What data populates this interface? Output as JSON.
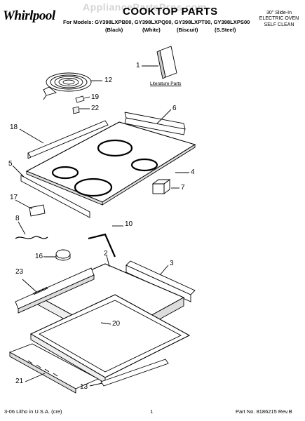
{
  "watermark": "AppliancePartsPros.com",
  "header": {
    "brand": "Whirlpool",
    "title": "COOKTOP PARTS",
    "models_prefix": "For Models:",
    "models": [
      "GY398LXPB00",
      "GY398LXPQ00",
      "GY398LXPT00",
      "GY398LXPS00"
    ],
    "colors": [
      "(Black)",
      "(White)",
      "(Biscuit)",
      "(S.Steel)"
    ],
    "oven_type": [
      "30\" Slide-In",
      "ELECTRIC OVEN",
      "SELF CLEAN"
    ]
  },
  "diagram": {
    "literature_label": "Literature Parts",
    "callouts": [
      "1",
      "12",
      "19",
      "22",
      "6",
      "18",
      "5",
      "4",
      "7",
      "17",
      "8",
      "10",
      "16",
      "2",
      "3",
      "23",
      "20",
      "21",
      "13"
    ]
  },
  "footer": {
    "litho": "3-06 Litho in U.S.A. (cre)",
    "page": "1",
    "part_no": "Part No. 8186215 Rev.B"
  }
}
